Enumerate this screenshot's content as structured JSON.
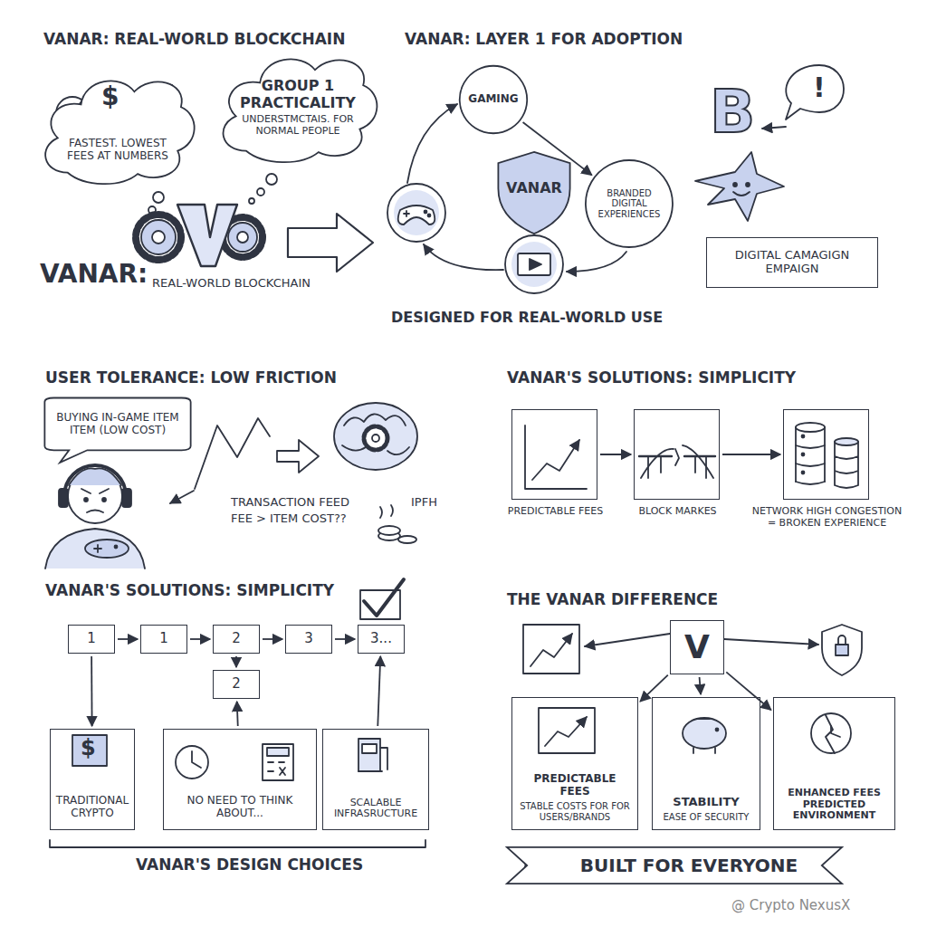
{
  "diagram": {
    "nodes": [
      {
        "text": [
          "FASTEST. LOWEST FEES AT NUMBERS"
        ]
      },
      {
        "text": [
          "GROUP 1 PRACTICALITY",
          "UNDERSTMCTAIS. FOR NORMAL PEOPLE"
        ]
      },
      {
        "text": [
          "GAMING"
        ]
      },
      {
        "text": [
          "VANAR"
        ]
      },
      {
        "text": [
          "BRANDED DIGITAL EXPERIENCES"
        ]
      },
      {
        "text": [
          "DIGITAL CAMAGIGN EMPAIGN"
        ]
      },
      {
        "text": [
          "BUYING IN-GAME ITEM ITEM (LOW COST)"
        ]
      },
      {
        "text": [
          "PREDICTABLE FEES"
        ]
      },
      {
        "text": [
          "BLOCK MARKES"
        ]
      },
      {
        "text": [
          "NETWORK HIGH CONGESTION = BROKEN EXPERIENCE"
        ]
      },
      {
        "text": [
          "1"
        ]
      },
      {
        "text": [
          "1"
        ]
      },
      {
        "text": [
          "2"
        ]
      },
      {
        "text": [
          "3"
        ]
      },
      {
        "text": [
          "3..."
        ]
      },
      {
        "text": [
          "2"
        ]
      },
      {
        "text": [
          "TRADITIONAL CRYPTO"
        ]
      },
      {
        "text": [
          "NO NEED TO THINK ABOUT..."
        ]
      },
      {
        "text": [
          "SCALABLE INFRASRUCTURE"
        ]
      },
      {
        "text": [
          "V"
        ]
      },
      {
        "text": [
          "PREDICTABLE FEES",
          "STABLE COSTS FOR FOR USERS/BRANDS"
        ]
      },
      {
        "text": [
          "STABILITY",
          "EASE OF SECURITY"
        ]
      },
      {
        "text": [
          "ENHANCED FEES PREDICTED ENVIRONMENT"
        ]
      },
      {
        "text": [
          "BUILT FOR EVERYONE"
        ]
      }
    ],
    "edges": [
      {
        "from": 2,
        "to": 4,
        "arrow": "to"
      },
      {
        "from": 7,
        "to": 8,
        "arrow": "to"
      },
      {
        "from": 8,
        "to": 9,
        "arrow": "to"
      },
      {
        "from": 10,
        "to": 11,
        "arrow": "to"
      },
      {
        "from": 11,
        "to": 12,
        "arrow": "to"
      },
      {
        "from": 12,
        "to": 13,
        "arrow": "to"
      },
      {
        "from": 13,
        "to": 14,
        "arrow": "to"
      },
      {
        "from": 12,
        "to": 15,
        "arrow": "to"
      },
      {
        "from": 10,
        "to": 16,
        "arrow": "to"
      },
      {
        "from": 17,
        "to": 15,
        "arrow": "to"
      },
      {
        "from": 18,
        "to": 14,
        "arrow": "to"
      },
      {
        "from": 19,
        "to": 20,
        "arrow": "to"
      },
      {
        "from": 19,
        "to": 21,
        "arrow": "to"
      },
      {
        "from": 19,
        "to": 22,
        "arrow": "to"
      }
    ],
    "labels": [
      "VANAR: REAL-WORLD BLOCKCHAIN",
      "$",
      "VANAR:",
      "REAL-WORLD BLOCKCHAIN",
      "VANAR: LAYER 1 FOR ADOPTION",
      "DESIGNED FOR REAL-WORLD USE",
      "B",
      "!",
      "USER TOLERANCE: LOW FRICTION",
      "TRANSACTION FEED",
      "FEE > ITEM COST??",
      "IPFH",
      "VANAR'S SOLUTIONS: SIMPLICITY",
      "VANAR'S SOLUTIONS: SIMPLICITY",
      "$",
      "VANAR'S DESIGN CHOICES",
      "THE VANAR DIFFERENCE",
      "@ Crypto NexusX"
    ]
  }
}
